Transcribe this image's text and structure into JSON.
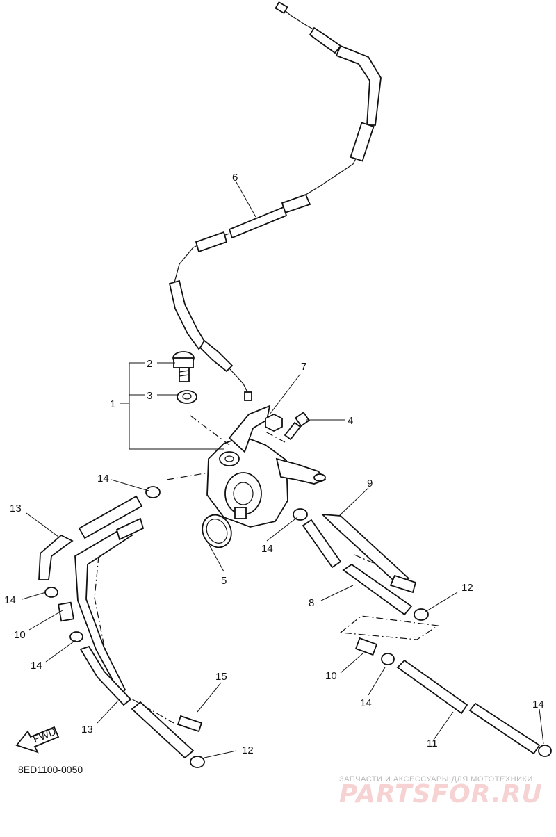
{
  "diagram_code": "8ED1100-0050",
  "fwd_label": "FWD",
  "watermark": {
    "caption": "ЗАПЧАСТИ И АКСЕССУАРЫ ДЛЯ МОТОТЕХНИКИ",
    "brand": "PARTSFOR.RU"
  },
  "callouts": {
    "c1": "1",
    "c2": "2",
    "c3": "3",
    "c4": "4",
    "c5": "5",
    "c6": "6",
    "c7": "7",
    "c8": "8",
    "c9": "9",
    "c10a": "10",
    "c10b": "10",
    "c11": "11",
    "c12a": "12",
    "c12b": "12",
    "c13a": "13",
    "c13b": "13",
    "c14a": "14",
    "c14b": "14",
    "c14c": "14",
    "c14d": "14",
    "c14e": "14",
    "c14f": "14",
    "c15": "15"
  }
}
